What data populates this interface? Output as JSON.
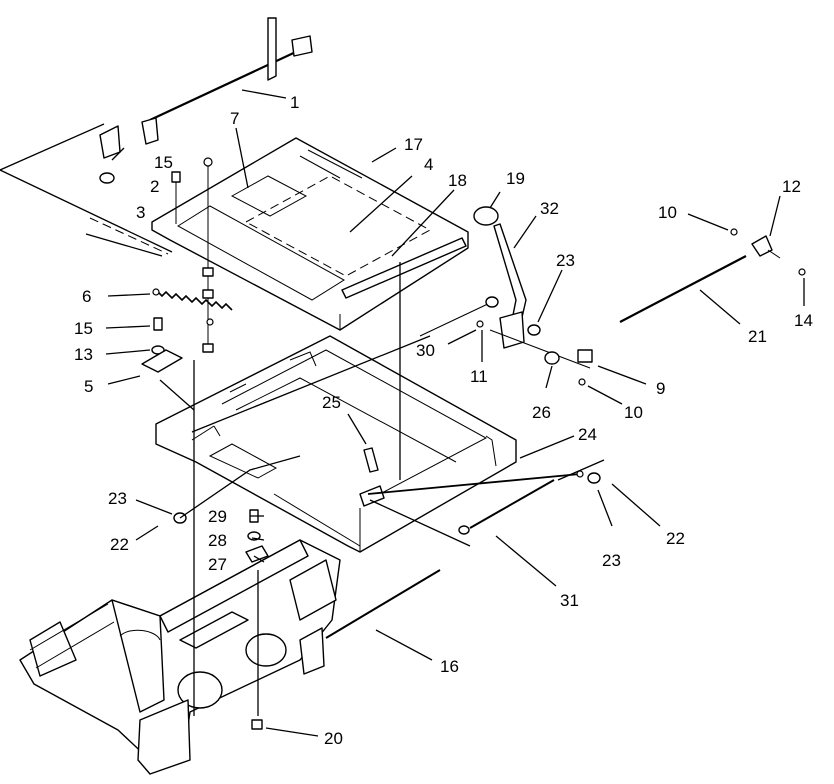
{
  "diagram": {
    "callouts": {
      "c1": "1",
      "c2": "2",
      "c3": "3",
      "c4": "4",
      "c5": "5",
      "c6": "6",
      "c7": "7",
      "c9": "9",
      "c10a": "10",
      "c10b": "10",
      "c11": "11",
      "c12": "12",
      "c13": "13",
      "c14": "14",
      "c15a": "15",
      "c15b": "15",
      "c16": "16",
      "c17": "17",
      "c18": "18",
      "c19": "19",
      "c20": "20",
      "c21": "21",
      "c22a": "22",
      "c22b": "22",
      "c23a": "23",
      "c23b": "23",
      "c23c": "23",
      "c24": "24",
      "c25": "25",
      "c26": "26",
      "c27": "27",
      "c28": "28",
      "c29": "29",
      "c30": "30",
      "c31": "31",
      "c32": "32"
    }
  }
}
